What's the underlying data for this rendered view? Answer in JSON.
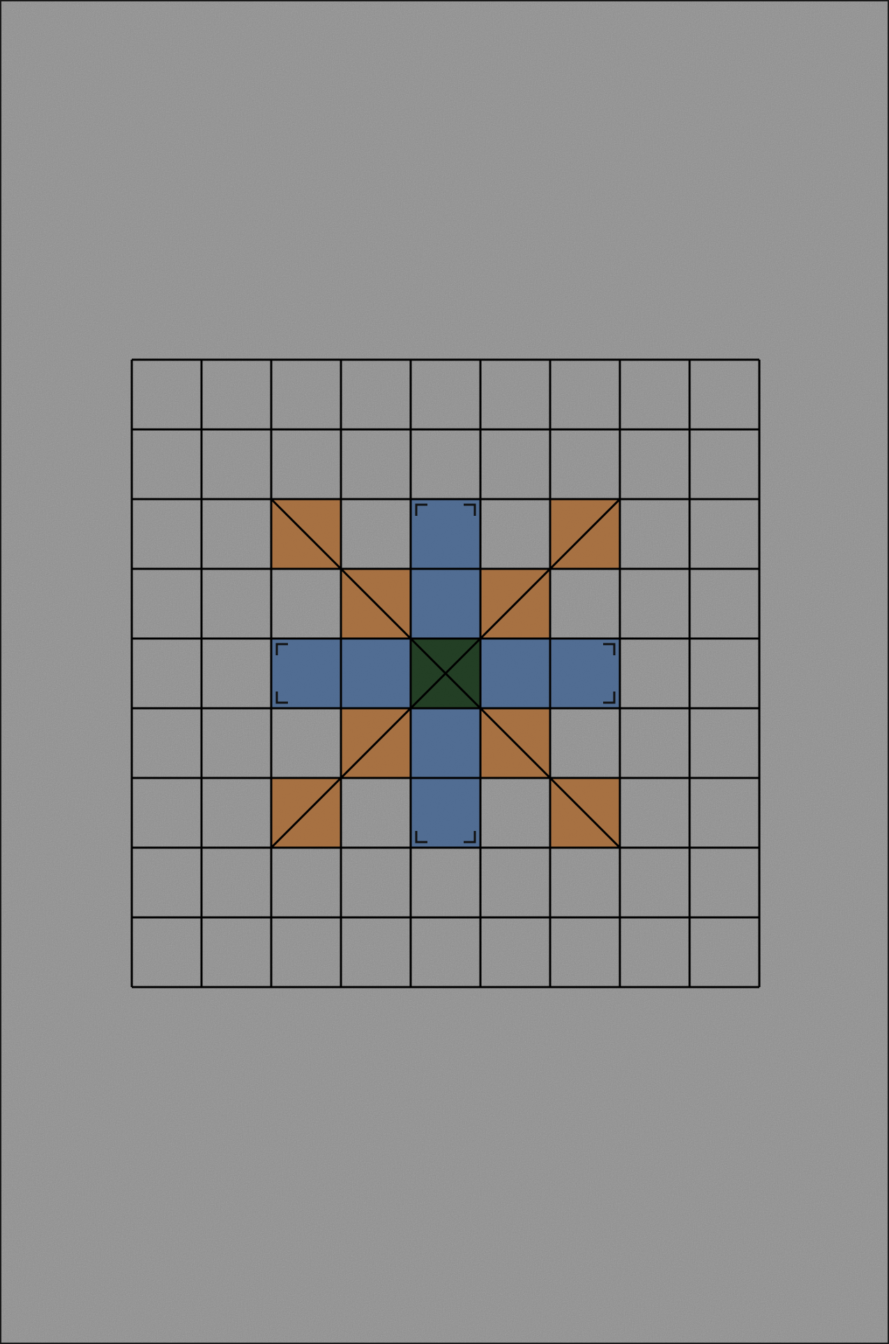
{
  "board": {
    "rows": 9,
    "cols": 9,
    "line_color": "#000000",
    "background_color": "#8e8e8e"
  },
  "colors": {
    "orange": "#a86f3d",
    "blue": "#4d6a92",
    "green": "#1c3a1f"
  },
  "highlights": [
    {
      "row": 2,
      "col": 2,
      "color": "orange",
      "diagonal": "tl-br"
    },
    {
      "row": 2,
      "col": 4,
      "color": "blue",
      "corner_marks": [
        "tl",
        "tr"
      ]
    },
    {
      "row": 2,
      "col": 6,
      "color": "orange",
      "diagonal": "tr-bl"
    },
    {
      "row": 3,
      "col": 3,
      "color": "orange",
      "diagonal": "tl-br"
    },
    {
      "row": 3,
      "col": 4,
      "color": "blue"
    },
    {
      "row": 3,
      "col": 5,
      "color": "orange",
      "diagonal": "tr-bl"
    },
    {
      "row": 4,
      "col": 2,
      "color": "blue",
      "corner_marks": [
        "tl",
        "bl"
      ]
    },
    {
      "row": 4,
      "col": 3,
      "color": "blue"
    },
    {
      "row": 4,
      "col": 4,
      "color": "green",
      "diagonal": "both"
    },
    {
      "row": 4,
      "col": 5,
      "color": "blue"
    },
    {
      "row": 4,
      "col": 6,
      "color": "blue",
      "corner_marks": [
        "tr",
        "br"
      ]
    },
    {
      "row": 5,
      "col": 3,
      "color": "orange",
      "diagonal": "tr-bl"
    },
    {
      "row": 5,
      "col": 4,
      "color": "blue"
    },
    {
      "row": 5,
      "col": 5,
      "color": "orange",
      "diagonal": "tl-br"
    },
    {
      "row": 6,
      "col": 2,
      "color": "orange",
      "diagonal": "tr-bl"
    },
    {
      "row": 6,
      "col": 4,
      "color": "blue",
      "corner_marks": [
        "bl",
        "br"
      ]
    },
    {
      "row": 6,
      "col": 6,
      "color": "orange",
      "diagonal": "tl-br"
    }
  ]
}
